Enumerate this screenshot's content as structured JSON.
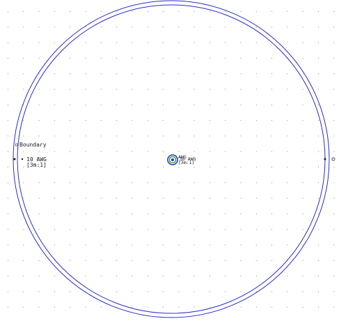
{
  "drawing": {
    "grid": {
      "visible": true,
      "color": "#8a8a8a"
    },
    "boundary": {
      "stroke_color": "#2b2bd0",
      "label": "Boundary",
      "wire_label": "10 AWG",
      "wire_sublabel": "[3m:1]"
    },
    "center_part": {
      "label_1": "AWG",
      "label_2": "[3m:1]",
      "label_3": "16 AWG",
      "stroke_color": "#1e3fb0",
      "accent_color": "#1f8a2e"
    }
  }
}
